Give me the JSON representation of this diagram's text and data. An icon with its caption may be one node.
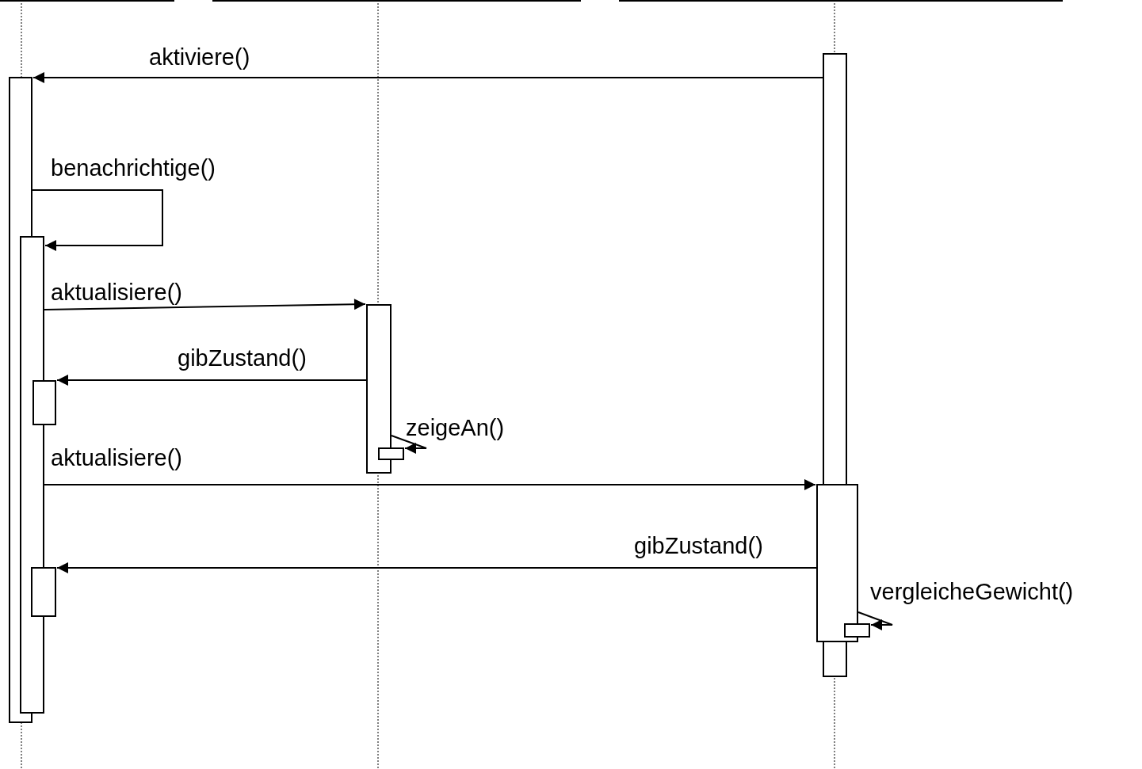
{
  "diagram": {
    "nodes": [
      {
        "text": [],
        "shape": "bar"
      },
      {
        "text": [],
        "shape": "bar"
      },
      {
        "text": [],
        "shape": "bar"
      },
      {
        "text": [],
        "shape": "bar"
      },
      {
        "text": [],
        "shape": "bar"
      },
      {
        "text": [],
        "shape": "bar"
      },
      {
        "text": [],
        "shape": "bar"
      },
      {
        "text": [],
        "shape": "bar"
      },
      {
        "text": [],
        "shape": "bar"
      }
    ],
    "edges": [
      {
        "from": 0,
        "to": 1,
        "arrow": "to",
        "label": "aktiviere()"
      },
      {
        "from": 1,
        "to": 2,
        "arrow": "to",
        "label": "benachrichtige()"
      },
      {
        "from": 2,
        "to": 3,
        "arrow": "to",
        "label": "aktualisiere()"
      },
      {
        "from": 3,
        "to": 4,
        "arrow": "to",
        "label": "gibZustand()"
      },
      {
        "from": 3,
        "to": 5,
        "arrow": "to",
        "label": "zeigeAn()"
      },
      {
        "from": 2,
        "to": 6,
        "arrow": "to",
        "label": "aktualisiere()"
      },
      {
        "from": 6,
        "to": 7,
        "arrow": "to",
        "label": "gibZustand()"
      },
      {
        "from": 6,
        "to": 8,
        "arrow": "to",
        "label": "vergleicheGewicht()"
      }
    ]
  }
}
